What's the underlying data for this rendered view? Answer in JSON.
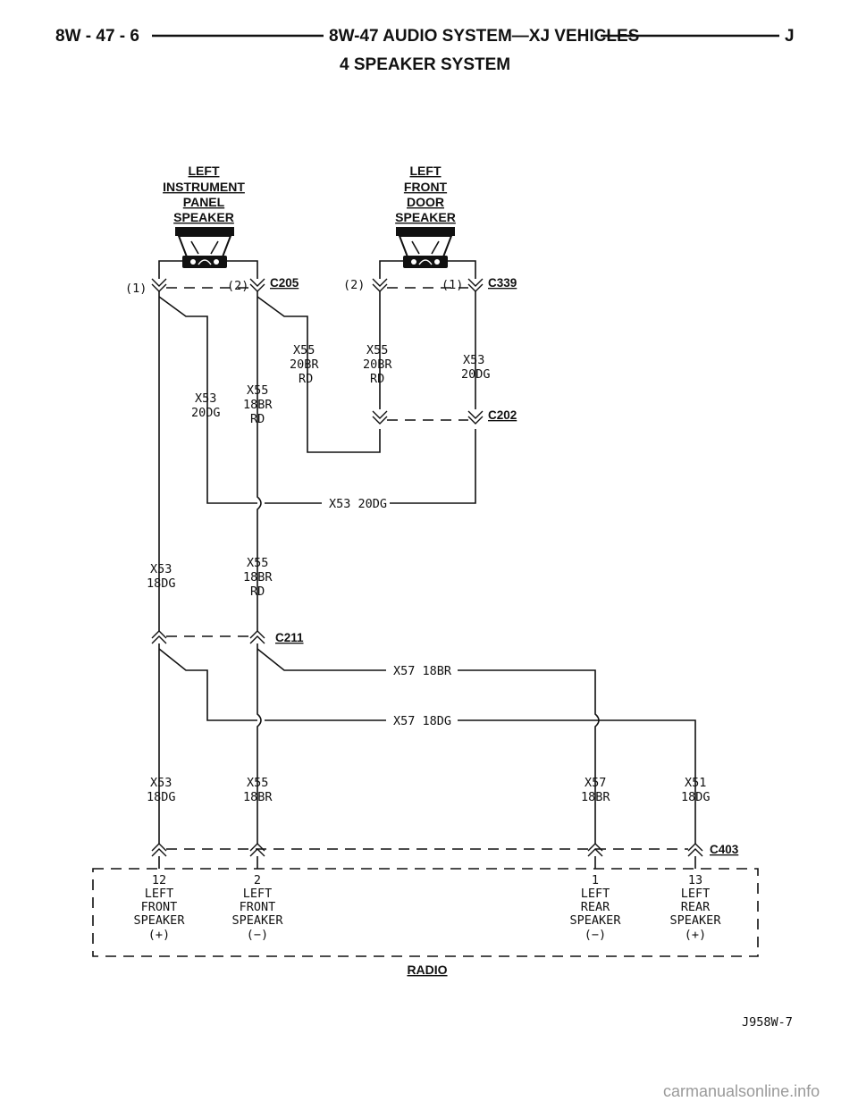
{
  "header": {
    "page_number": "8W - 47 - 6",
    "section_title": "8W-47 AUDIO SYSTEM—XJ VEHICLES",
    "vehicle_code": "J",
    "subtitle": "4 SPEAKER SYSTEM"
  },
  "speakers": {
    "left_instrument_panel": [
      "LEFT",
      "INSTRUMENT",
      "PANEL",
      "SPEAKER"
    ],
    "left_front_door": [
      "LEFT",
      "FRONT",
      "DOOR",
      "SPEAKER"
    ]
  },
  "connectors": {
    "c205": "C205",
    "c339": "C339",
    "c202": "C202",
    "c211": "C211",
    "c403": "C403"
  },
  "pins": {
    "ip_pin1": "(1)",
    "ip_pin2": "(2)",
    "door_pin2": "(2)",
    "door_pin1": "(1)"
  },
  "wires": {
    "x55_20br_rd_a": [
      "X55",
      "20BR",
      "RD"
    ],
    "x55_20br_rd_b": [
      "X55",
      "20BR",
      "RD"
    ],
    "x53_20dg_a": [
      "X53",
      "20DG"
    ],
    "x53_20dg_b": [
      "X53",
      "20DG"
    ],
    "x55_18br_rd_a": [
      "X55",
      "18BR",
      "RD"
    ],
    "x53_20dg_horizontal": "X53 20DG",
    "x53_18dg_a": [
      "X53",
      "18DG"
    ],
    "x55_18br_rd_b": [
      "X55",
      "18BR",
      "RD"
    ],
    "x57_18br_horizontal": "X57 18BR",
    "x57_18dg_horizontal": "X57 18DG",
    "x53_18dg_b": [
      "X53",
      "18DG"
    ],
    "x55_18br_b": [
      "X55",
      "18BR"
    ],
    "x57_18br_b": [
      "X57",
      "18BR"
    ],
    "x51_18dg": [
      "X51",
      "18DG"
    ]
  },
  "radio": {
    "title": "RADIO",
    "terminals": [
      {
        "pin": "12",
        "lines": [
          "LEFT",
          "FRONT",
          "SPEAKER",
          "(+)"
        ]
      },
      {
        "pin": "2",
        "lines": [
          "LEFT",
          "FRONT",
          "SPEAKER",
          "(−)"
        ]
      },
      {
        "pin": "1",
        "lines": [
          "LEFT",
          "REAR",
          "SPEAKER",
          "(−)"
        ]
      },
      {
        "pin": "13",
        "lines": [
          "LEFT",
          "REAR",
          "SPEAKER",
          "(+)"
        ]
      }
    ]
  },
  "figure_code": "J958W-7",
  "watermark": "carmanualsonline.info"
}
